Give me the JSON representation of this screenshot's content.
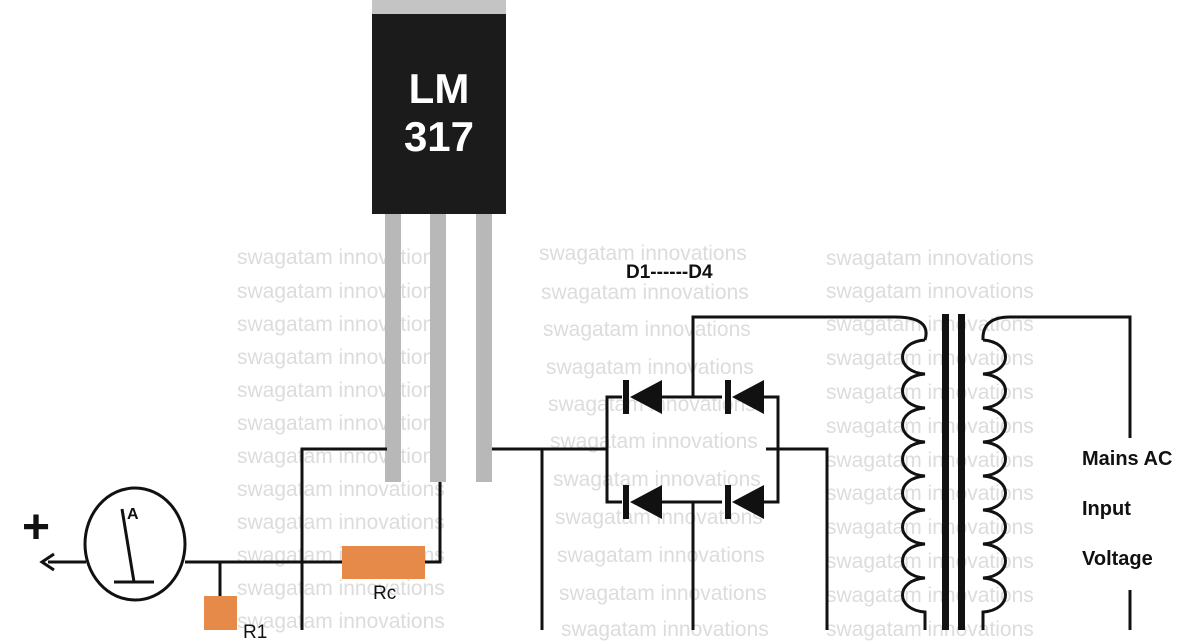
{
  "regulator": {
    "line1": "LM",
    "line2": "317"
  },
  "diodes_label": "D1------D4",
  "meter_label": "A",
  "plus_sign": "+",
  "resistor_rc": "Rc",
  "resistor_r1": "R1",
  "mains": {
    "line1": "Mains AC",
    "line2": "Input",
    "line3": "Voltage"
  },
  "watermark": "swagatam innovations",
  "colors": {
    "ic_body": "#1b1b1b",
    "ic_leg": "#b8b8b8",
    "ic_tab": "#c4c4c4",
    "resistor": "#e58a48",
    "wire": "#111111",
    "watermark": "#dcdcdc"
  }
}
